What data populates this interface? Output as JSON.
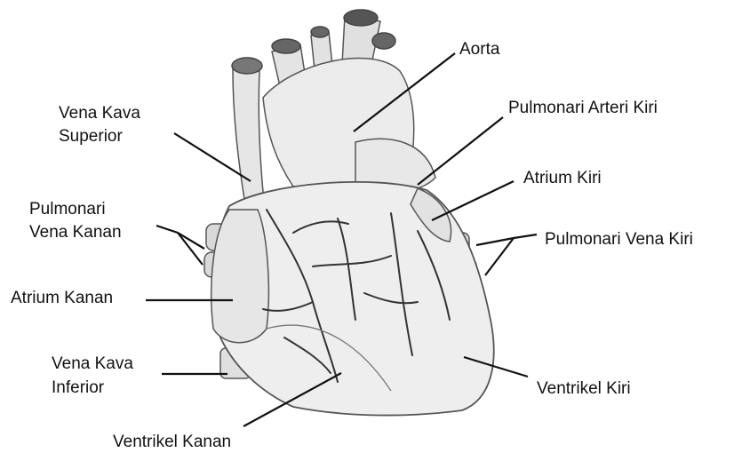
{
  "labels": {
    "aorta": "Aorta",
    "vena_kava_superior_line1": "Vena Kava",
    "vena_kava_superior_line2": "Superior",
    "pulmonari_arteri_kiri": "Pulmonari Arteri Kiri",
    "atrium_kiri": "Atrium Kiri",
    "pulmonari_vena_kanan_line1": "Pulmonari",
    "pulmonari_vena_kanan_line2": "Vena Kanan",
    "pulmonari_vena_kiri": "Pulmonari Vena Kiri",
    "atrium_kanan": "Atrium Kanan",
    "vena_kava_inferior_line1": "Vena Kava",
    "vena_kava_inferior_line2": "Inferior",
    "ventrikel_kiri": "Ventrikel Kiri",
    "ventrikel_kanan": "Ventrikel Kanan"
  },
  "colors": {
    "text": "#111111",
    "leader_line": "#111111",
    "heart_fill": "#eeeeee",
    "heart_outline": "#555555",
    "vessel_detail": "#333333",
    "background": "#ffffff"
  }
}
